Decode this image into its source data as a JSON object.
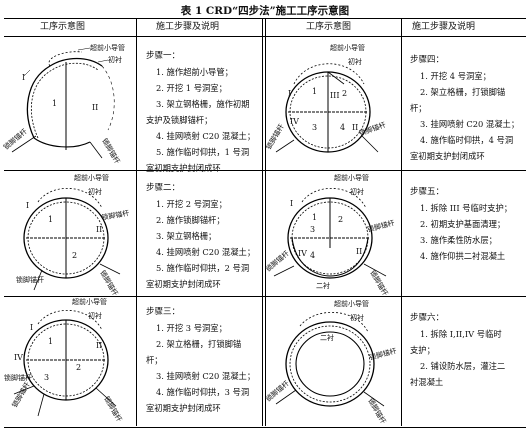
{
  "title": "表 1 CRD“四步法”施工工序示意图",
  "headers": {
    "left_diagram": "工序示意图",
    "left_steps": "施工步骤及说明",
    "right_diagram": "工序示意图",
    "right_steps": "施工步骤及说明"
  },
  "labels": {
    "pipe": "超前小导管",
    "lining": "初衬",
    "anchor": "锁脚锚杆",
    "second_lining": "二衬",
    "I": "I",
    "II": "II",
    "III": "III",
    "IV": "IV",
    "n1": "1",
    "n2": "2",
    "n3": "3",
    "n4": "4"
  },
  "steps": [
    {
      "heading": "步骤一：",
      "lines": [
        "1. 施作超前小导管；",
        "2. 开挖 1 号洞室；",
        "3. 架立钢格栅，施作初期"
      ],
      "cont1": "支护及锁脚锚杆；",
      "lines2": [
        "4. 挂网喷射 C20 混凝土；",
        "5. 施作临时仰拱，1 号洞"
      ],
      "cont2": "室初期支护封闭成环"
    },
    {
      "heading": "步骤四：",
      "lines": [
        "1. 开挖 4 号洞室；",
        "2. 架立格栅，打锁脚锚"
      ],
      "cont1": "杆；",
      "lines2": [
        "3. 挂网喷射 C20 混凝土；",
        "4. 施作临时仰拱，4 号洞"
      ],
      "cont2": "室初期支护封闭成环"
    },
    {
      "heading": "步骤二：",
      "lines": [
        "1. 开挖 2 号洞室；",
        "2. 施作锁脚锚杆；",
        "3. 架立钢格栅；",
        "4. 挂网喷射 C20 混凝土；",
        "5. 施作临时仰拱，2 号洞"
      ],
      "cont1": "室初期支护封闭成环"
    },
    {
      "heading": "步骤五：",
      "lines": [
        "1. 拆除 III 号临时支护；",
        "2. 初期支护基面清理；",
        "3. 施作柔性防水层；",
        "4. 施作仰拱二衬混凝土"
      ]
    },
    {
      "heading": "步骤三：",
      "lines": [
        "1. 开挖 3 号洞室；",
        "2. 架立格栅，打锁脚锚"
      ],
      "cont1": "杆；",
      "lines2": [
        "3. 挂网喷射 C20 混凝土；",
        "4. 施作临时仰拱，3 号洞"
      ],
      "cont2": "室初期支护封闭成环"
    },
    {
      "heading": "步骤六：",
      "lines": [
        "1. 拆除 I,II,IV 号临时"
      ],
      "cont1": "支护；",
      "lines2": [
        "2. 铺设防水层，灌注二"
      ],
      "cont2": "衬混凝土"
    }
  ]
}
